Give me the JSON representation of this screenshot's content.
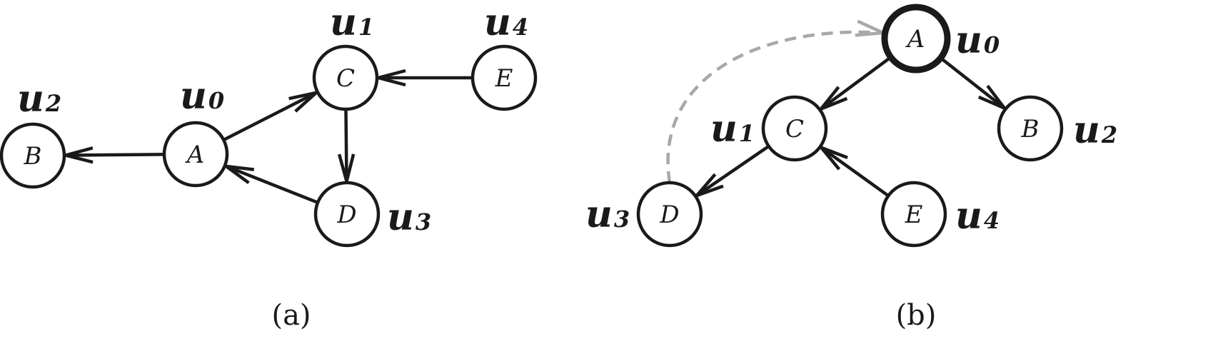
{
  "panels": [
    {
      "id": "a",
      "caption": "(a)",
      "nodes": [
        {
          "id": "B",
          "label": "B",
          "u": "u",
          "sub": "2"
        },
        {
          "id": "A",
          "label": "A",
          "u": "u",
          "sub": "0"
        },
        {
          "id": "C",
          "label": "C",
          "u": "u",
          "sub": "1"
        },
        {
          "id": "E",
          "label": "E",
          "u": "u",
          "sub": "4"
        },
        {
          "id": "D",
          "label": "D",
          "u": "u",
          "sub": "3"
        }
      ],
      "edges": [
        {
          "from": "A",
          "to": "B",
          "style": "solid"
        },
        {
          "from": "A",
          "to": "C",
          "style": "solid"
        },
        {
          "from": "E",
          "to": "C",
          "style": "solid"
        },
        {
          "from": "C",
          "to": "D",
          "style": "solid"
        },
        {
          "from": "D",
          "to": "A",
          "style": "solid"
        }
      ]
    },
    {
      "id": "b",
      "caption": "(b)",
      "nodes": [
        {
          "id": "A",
          "label": "A",
          "u": "u",
          "sub": "0",
          "root": true
        },
        {
          "id": "C",
          "label": "C",
          "u": "u",
          "sub": "1"
        },
        {
          "id": "B",
          "label": "B",
          "u": "u",
          "sub": "2"
        },
        {
          "id": "D",
          "label": "D",
          "u": "u",
          "sub": "3"
        },
        {
          "id": "E",
          "label": "E",
          "u": "u",
          "sub": "4"
        }
      ],
      "edges": [
        {
          "from": "A",
          "to": "C",
          "style": "solid"
        },
        {
          "from": "A",
          "to": "B",
          "style": "solid"
        },
        {
          "from": "C",
          "to": "D",
          "style": "solid"
        },
        {
          "from": "E",
          "to": "C",
          "style": "solid"
        },
        {
          "from": "D",
          "to": "A",
          "style": "dashed",
          "color": "#a8a8a8"
        }
      ]
    }
  ]
}
